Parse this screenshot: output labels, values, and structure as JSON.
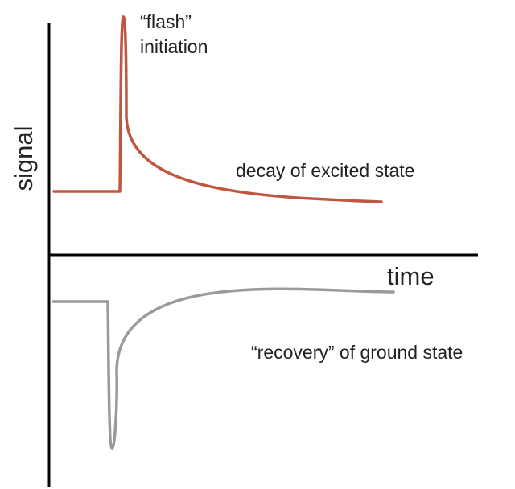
{
  "axes": {
    "y_label": "signal",
    "x_label": "time",
    "color": "#000000"
  },
  "curves": {
    "excited": {
      "color": "#c0563f"
    },
    "ground": {
      "color": "#9a9a9a"
    }
  },
  "annotations": {
    "flash_line1": "“flash”",
    "flash_line2": "initiation",
    "decay": "decay of excited state",
    "recovery": "“recovery” of ground state"
  }
}
